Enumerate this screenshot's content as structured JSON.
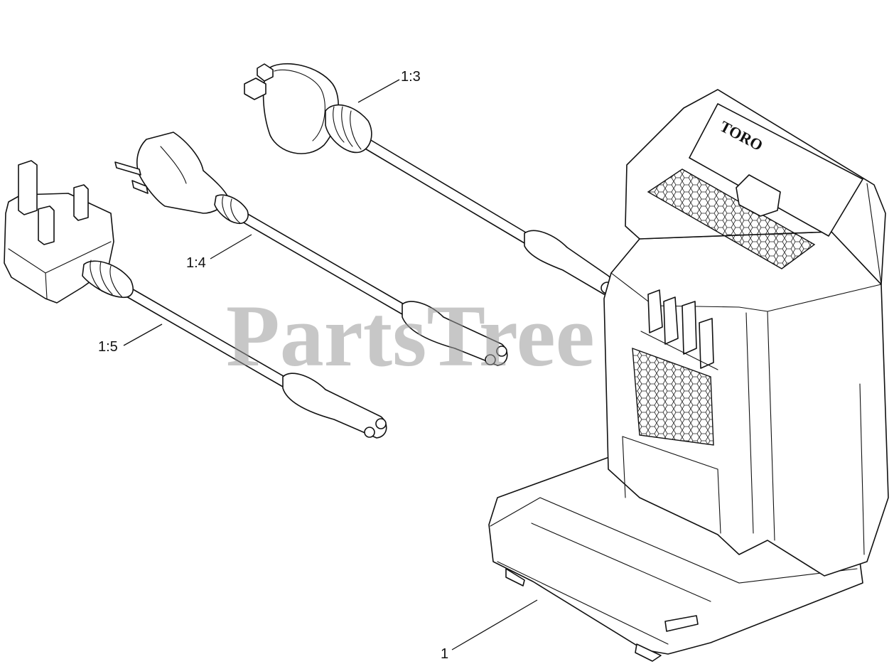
{
  "watermark": "PartsTree",
  "callouts": {
    "charger": "1",
    "plug_au": "1:3",
    "plug_eu": "1:4",
    "plug_uk": "1:5"
  },
  "brand_mark": "TORO"
}
